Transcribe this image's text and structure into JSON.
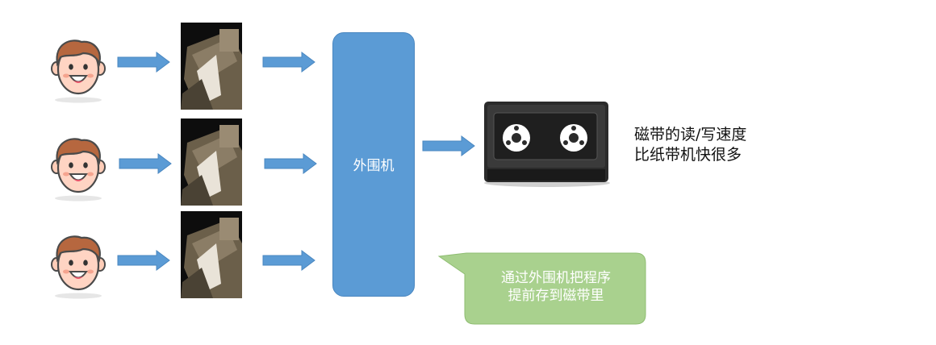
{
  "peripheral": {
    "label": "外围机"
  },
  "tape": {
    "line1": "磁带的读/写速度",
    "line2": "比纸带机快很多"
  },
  "callout": {
    "line1": "通过外围机把程序",
    "line2": "提前存到磁带里"
  },
  "icons": {
    "user": "user-face-icon",
    "tape_reader": "tape-reader-photo",
    "cassette": "cassette-tape-icon"
  },
  "colors": {
    "arrow": "#5b9bd5",
    "peripheral": "#5b9bd5",
    "callout": "#a9d18e",
    "face": "#ffd2c2",
    "hair": "#b6673f"
  }
}
